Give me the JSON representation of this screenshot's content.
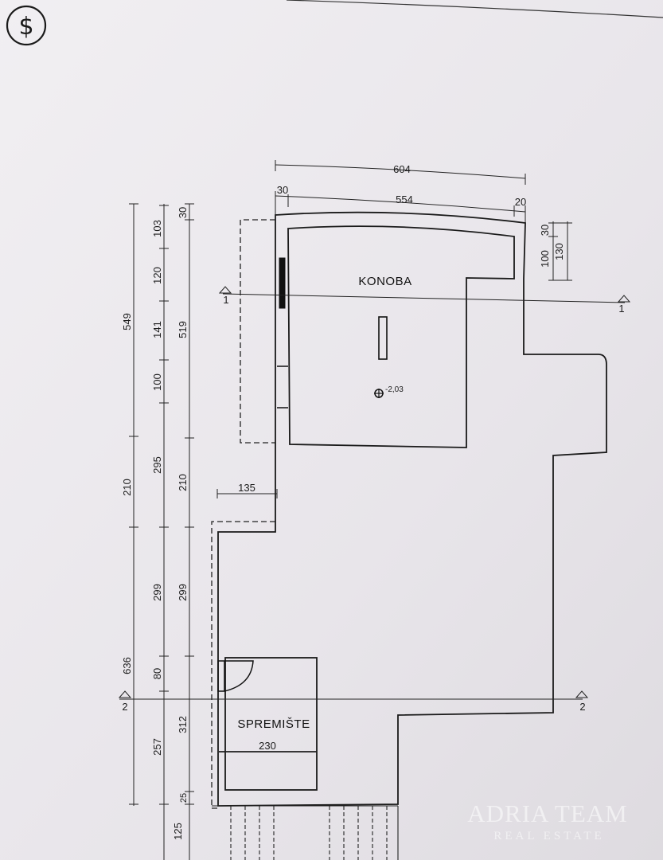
{
  "logo": {
    "glyph": "$"
  },
  "rooms": {
    "konoba": "KONOBA",
    "spremiste": "SPREMIŠTE"
  },
  "level_mark": "-2,03",
  "sections": {
    "s1": "1",
    "s2": "2"
  },
  "dimensions": {
    "top_total": "604",
    "top_left_wall": "30",
    "top_inner": "554",
    "top_right_wall": "20",
    "right_30": "30",
    "right_100": "100",
    "right_130": "130",
    "left_549": "549",
    "left_636": "636",
    "mid_103": "103",
    "mid_120": "120",
    "mid_141": "141",
    "mid_100": "100",
    "mid_295": "295",
    "mid_299": "299",
    "mid_80": "80",
    "mid_257": "257",
    "mid_125": "125",
    "inner_30": "30",
    "inner_519": "519",
    "inner_210": "210",
    "inner_299": "299",
    "inner_312": "312",
    "inner_25": "25",
    "left_210": "210",
    "corridor_135": "135",
    "store_230": "230"
  },
  "watermark": {
    "line1": "ADRIA TEAM",
    "line2": "REAL ESTATE"
  }
}
